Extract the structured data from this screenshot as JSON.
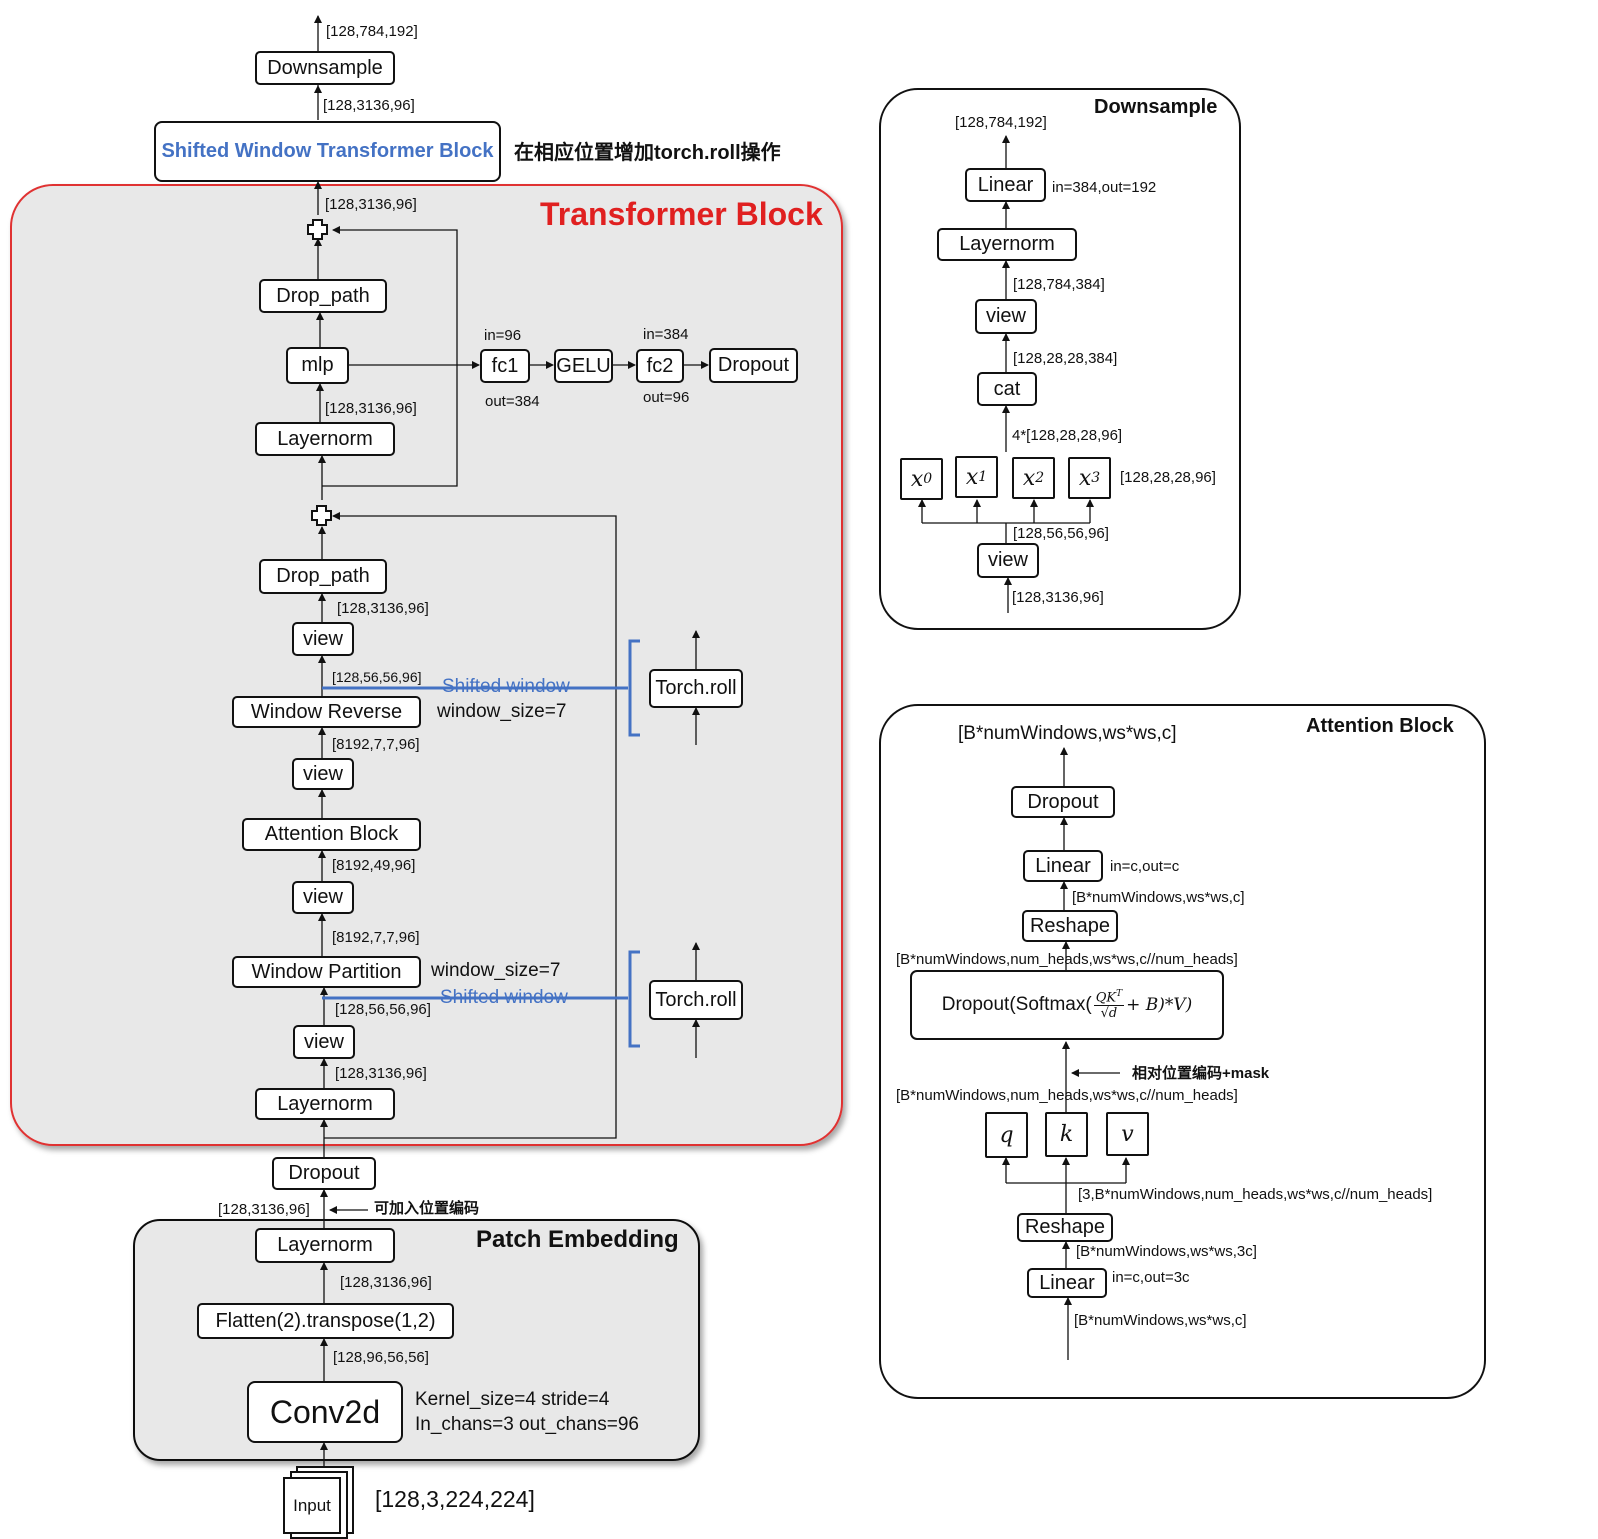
{
  "colors": {
    "transformer_border": "#e03030",
    "transformer_title": "#e02020",
    "shifted_blue": "#4472c4",
    "panel_fill": "#e8e8e8"
  },
  "top": {
    "out_shape": "[128,784,192]",
    "downsample": "Downsample",
    "shape_96": "[128,3136,96]",
    "swin_block": "Shifted Window Transformer Block",
    "swin_note": "在相应位置增加torch.roll操作"
  },
  "tb": {
    "title": "Transformer Block",
    "shape_top": "[128,3136,96]",
    "drop_path_1": "Drop_path",
    "mlp": "mlp",
    "shape_mlp": "[128,3136,96]",
    "layernorm_1": "Layernorm",
    "fc1": "fc1",
    "fc1_in": "in=96",
    "fc1_out": "out=384",
    "gelu": "GELU",
    "fc2": "fc2",
    "fc2_in": "in=384",
    "fc2_out": "out=96",
    "mlp_dropout": "Dropout",
    "drop_path_2": "Drop_path",
    "shape_view1": "[128,3136,96]",
    "view_1": "view",
    "shape_wr": "[128,56,56,96]",
    "shifted_1": "Shifted window",
    "window_reverse": "Window Reverse",
    "ws_1": "window_size=7",
    "shape_8192_a": "[8192,7,7,96]",
    "view_2": "view",
    "attention_block": "Attention Block",
    "shape_8192_49": "[8192,49,96]",
    "view_3": "view",
    "shape_8192_b": "[8192,7,7,96]",
    "window_partition": "Window Partition",
    "ws_2": "window_size=7",
    "shifted_2": "Shifted window",
    "shape_wp": "[128,56,56,96]",
    "view_4": "view",
    "shape_ln": "[128,3136,96]",
    "layernorm_2": "Layernorm",
    "torch_roll_1": "Torch.roll",
    "torch_roll_2": "Torch.roll"
  },
  "pe": {
    "dropout": "Dropout",
    "shape_pos": "[128,3136,96]",
    "pos_note": "可加入位置编码",
    "title": "Patch Embedding",
    "layernorm": "Layernorm",
    "shape_flat": "[128,3136,96]",
    "flatten": "Flatten(2).transpose(1,2)",
    "shape_conv": "[128,96,56,56]",
    "conv": "Conv2d",
    "conv_param_1": "Kernel_size=4 stride=4",
    "conv_param_2": "In_chans=3 out_chans=96",
    "input": "Input",
    "input_shape": "[128,3,224,224]"
  },
  "ds": {
    "title": "Downsample",
    "out_shape": "[128,784,192]",
    "linear": "Linear",
    "linear_param": "in=384,out=192",
    "layernorm": "Layernorm",
    "shape_384": "[128,784,384]",
    "view_1": "view",
    "shape_cat": "[128,28,28,384]",
    "cat": "cat",
    "shape_4x": "4*[128,28,28,96]",
    "x0": "x",
    "x0_sub": "0",
    "x1": "x",
    "x1_sub": "1",
    "x2": "x",
    "x2_sub": "2",
    "x3": "x",
    "x3_sub": "3",
    "shape_x": "[128,28,28,96]",
    "shape_56": "[128,56,56,96]",
    "view_2": "view",
    "shape_in": "[128,3136,96]"
  },
  "ab": {
    "title": "Attention Block",
    "out_shape": "[B*numWindows,ws*ws,c]",
    "dropout": "Dropout",
    "linear_1": "Linear",
    "linear_1_param": "in=c,out=c",
    "shape_reshape": "[B*numWindows,ws*ws,c]",
    "reshape_1": "Reshape",
    "shape_heads_1": "[B*numWindows,num_heads,ws*ws,c//num_heads]",
    "formula_pre": "Dropout(Softmax(",
    "formula_num": "QK",
    "formula_sup": "T",
    "formula_den": "√d",
    "formula_post": "+ B)*V)",
    "rel_pos_note": "相对位置编码+mask",
    "shape_heads_2": "[B*numWindows,num_heads,ws*ws,c//num_heads]",
    "q": "q",
    "k": "k",
    "v": "v",
    "shape_qkv": "[3,B*numWindows,num_heads,ws*ws,c//num_heads]",
    "reshape_2": "Reshape",
    "shape_3c": "[B*numWindows,ws*ws,3c]",
    "linear_2": "Linear",
    "linear_2_param": "in=c,out=3c",
    "shape_in": "[B*numWindows,ws*ws,c]"
  }
}
